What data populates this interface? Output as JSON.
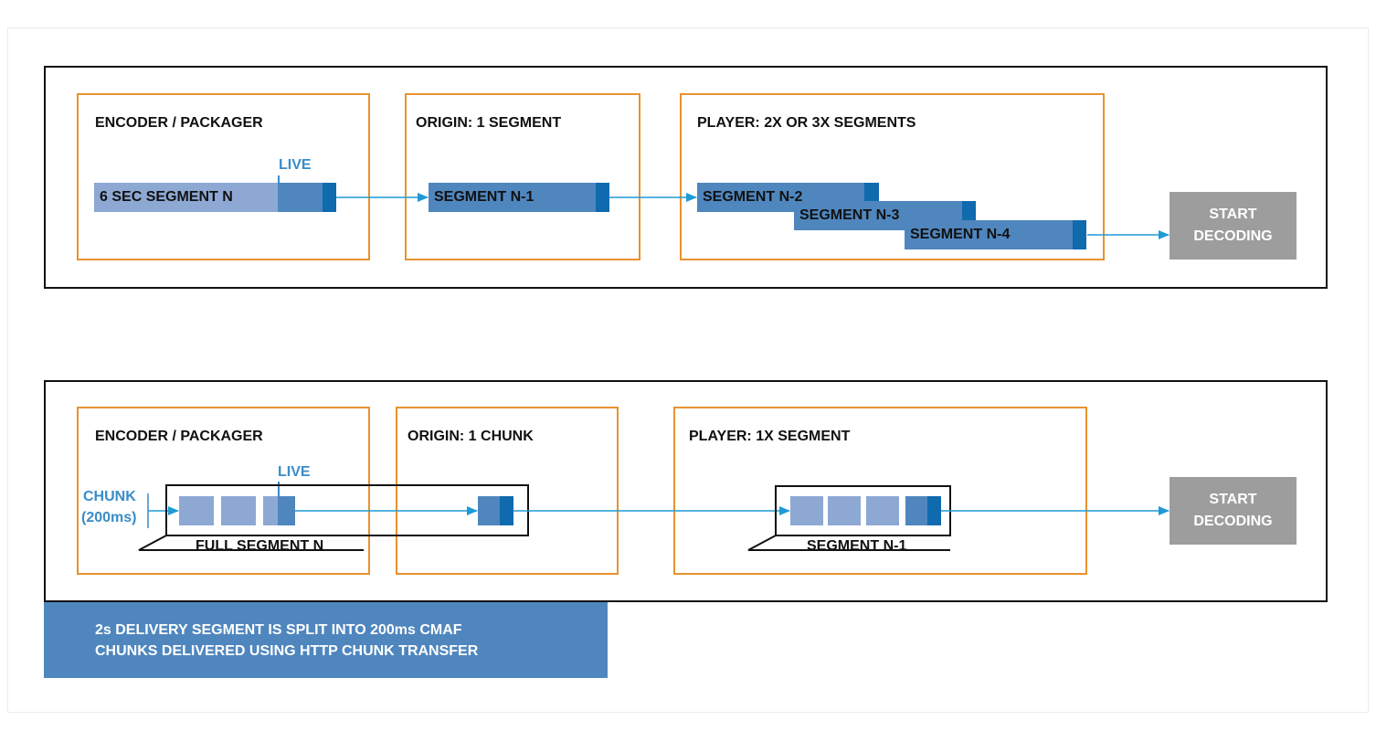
{
  "colors": {
    "panel_border": "#111111",
    "stage_border": "#e8922f",
    "segment_light": "#8ea8d4",
    "segment_mid": "#4f86be",
    "segment_dark": "#0f6aae",
    "arrow": "#1f9ad6",
    "live": "#3a8cc8",
    "start_box": "#9d9d9d",
    "note_box": "#4f86be"
  },
  "top": {
    "encoder_title": "ENCODER / PACKAGER",
    "origin_title": "ORIGIN: 1 SEGMENT",
    "player_title": "PLAYER: 2X OR 3X SEGMENTS",
    "live_label": "LIVE",
    "segment_n": "6 SEC SEGMENT N",
    "segment_n1": "SEGMENT N-1",
    "segment_n2": "SEGMENT N-2",
    "segment_n3": "SEGMENT N-3",
    "segment_n4": "SEGMENT N-4",
    "start_line1": "START",
    "start_line2": "DECODING"
  },
  "bottom": {
    "encoder_title": "ENCODER / PACKAGER",
    "origin_title": "ORIGIN: 1 CHUNK",
    "player_title": "PLAYER: 1X SEGMENT",
    "live_label": "LIVE",
    "chunk_label_line1": "CHUNK",
    "chunk_label_line2": "(200ms)",
    "full_segment_label": "FULL SEGMENT N",
    "player_segment_label": "SEGMENT N-1",
    "start_line1": "START",
    "start_line2": "DECODING"
  },
  "note": {
    "line1": "2s DELIVERY SEGMENT IS SPLIT INTO 200ms CMAF",
    "line2": "CHUNKS DELIVERED USING HTTP CHUNK TRANSFER"
  }
}
